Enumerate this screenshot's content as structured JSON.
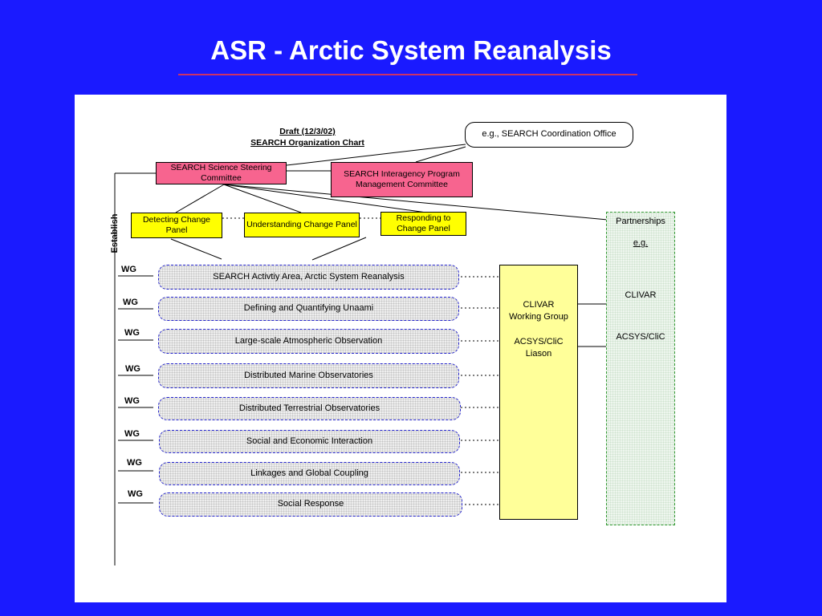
{
  "slide": {
    "title": "ASR - Arctic System Reanalysis"
  },
  "chart": {
    "header_line1": "Draft  (12/3/02)",
    "header_line2": "SEARCH Organization Chart",
    "coordination_office": "e.g., SEARCH Coordination Office",
    "steering_committee": "SEARCH Science Steering Committee",
    "interagency_committee": "SEARCH Interagency Program Management Committee",
    "establish_label": "Establish",
    "panels": [
      "Detecting Change Panel",
      "Understanding Change Panel",
      "Responding to Change Panel"
    ],
    "wg_label": "WG",
    "working_areas": [
      "SEARCH Activtiy Area, Arctic System Reanalysis",
      "Defining and Quantifying Unaami",
      "Large-scale Atmospheric Observation",
      "Distributed Marine Observatories",
      "Distributed Terrestrial Observatories",
      "Social and Economic Interaction",
      "Linkages and Global Coupling",
      "Social Response"
    ],
    "clivar_box": {
      "clivar_line1": "CLIVAR",
      "clivar_line2": "Working Group",
      "acsys_line1": "ACSYS/CliC",
      "acsys_line2": "Liason"
    },
    "partnerships": {
      "title": "Partnerships",
      "eg": "e.g.",
      "item1": "CLIVAR",
      "item2": "ACSYS/CliC"
    }
  }
}
